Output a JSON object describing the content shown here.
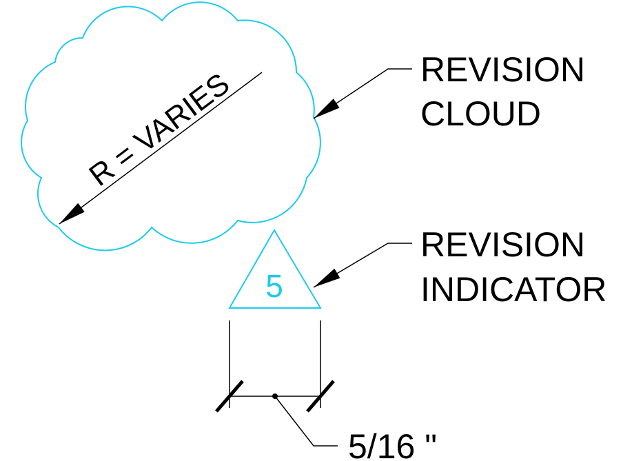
{
  "colors": {
    "cloud": "#1ecbea",
    "line": "#000000",
    "background": "#ffffff"
  },
  "cloud": {
    "radius_label": "R = VARIES"
  },
  "indicator": {
    "number": "5"
  },
  "labels": {
    "revision_cloud_line1": "REVISION",
    "revision_cloud_line2": "CLOUD",
    "revision_indicator_line1": "REVISION",
    "revision_indicator_line2": "INDICATOR"
  },
  "dimension": {
    "value": "5/16 \""
  }
}
